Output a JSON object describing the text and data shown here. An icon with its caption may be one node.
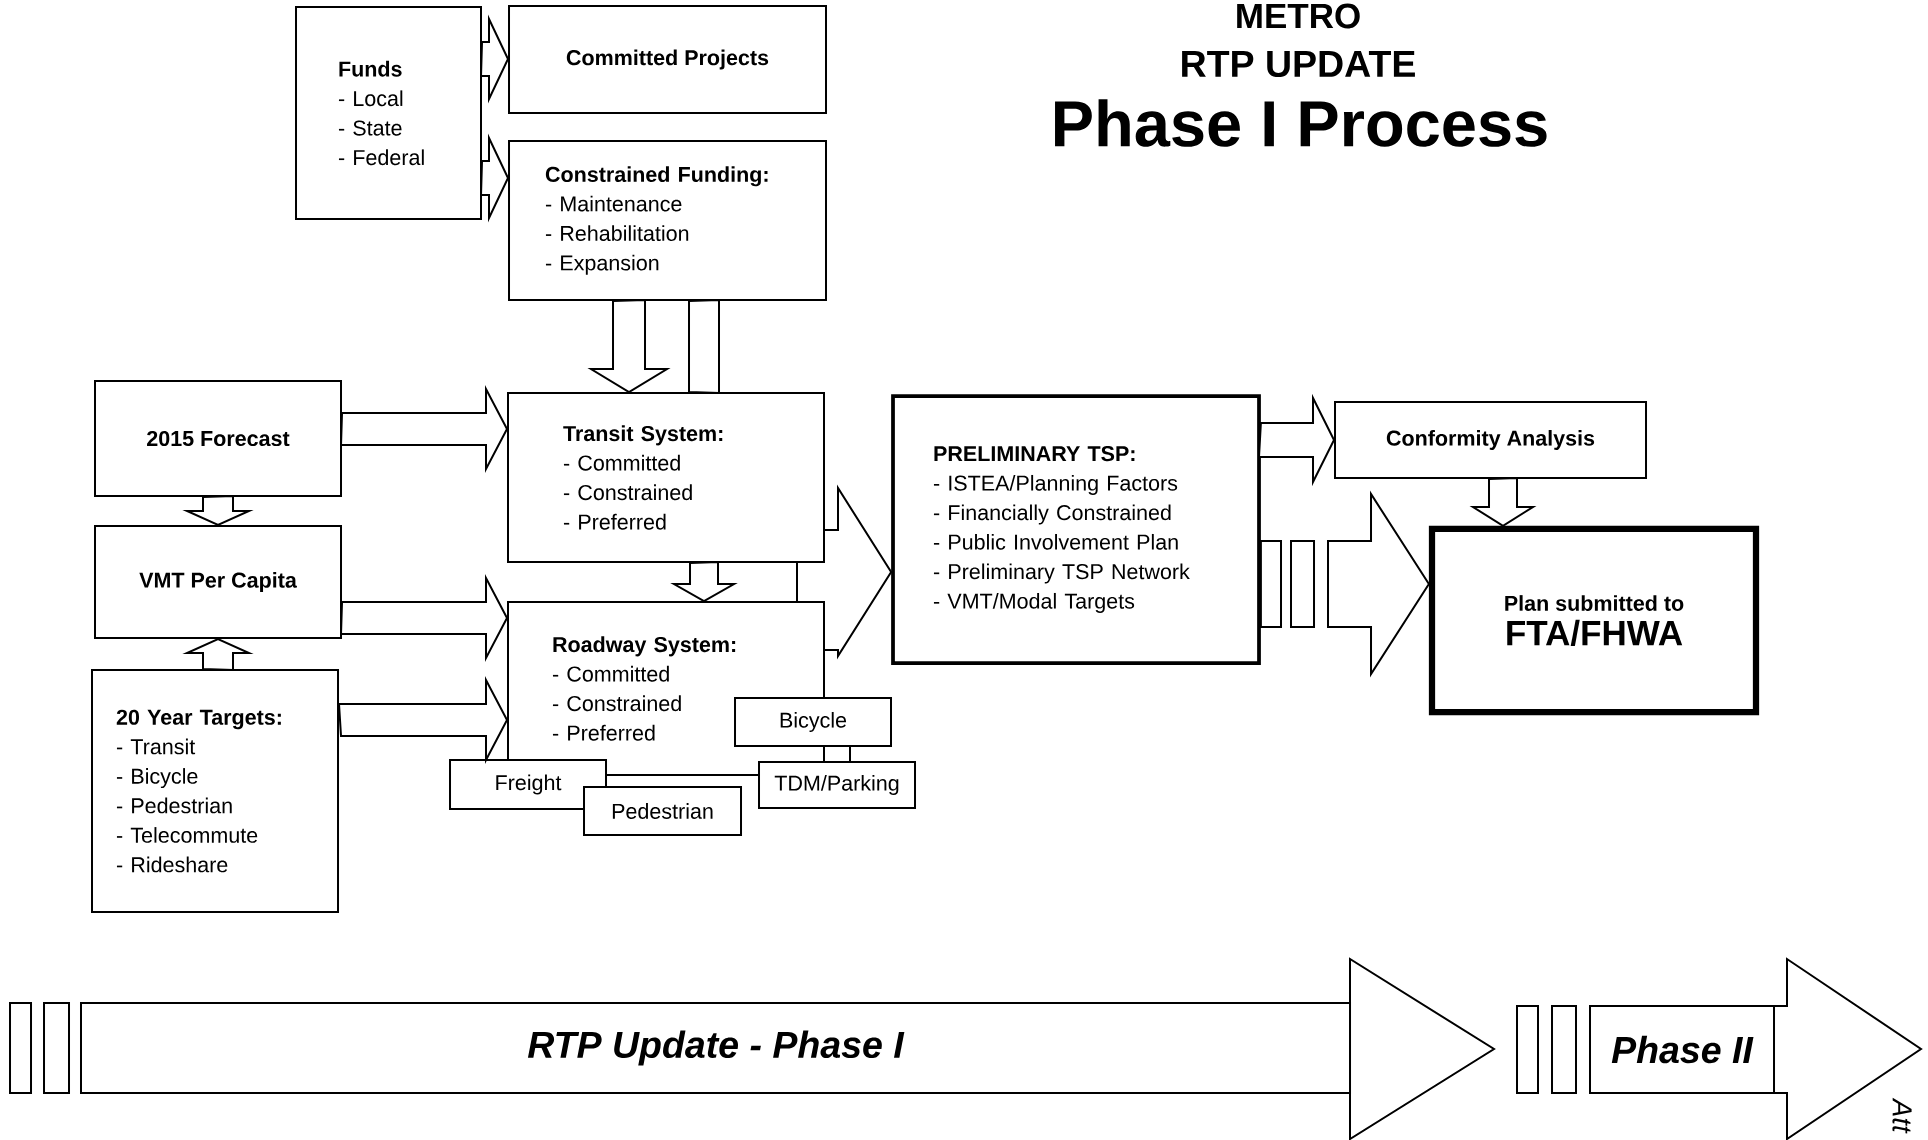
{
  "diagram": {
    "title": "Phase I Process",
    "nodes": [
      {
        "text": [
          "Funds",
          "- Local",
          "- State",
          "- Federal"
        ]
      },
      {
        "text": [
          "Committed Projects"
        ]
      },
      {
        "text": [
          "Constrained Funding:",
          "- Maintenance",
          "- Rehabilitation",
          "- Expansion"
        ]
      },
      {
        "text": [
          "2015 Forecast"
        ]
      },
      {
        "text": [
          "Transit System:",
          "- Committed",
          "- Constrained",
          "- Preferred"
        ]
      },
      {
        "text": [
          "PRELIMINARY TSP:",
          "- ISTEA/Planning Factors",
          "- Financially Constrained",
          "- Public Involvement Plan",
          "- Preliminary TSP Network",
          "- VMT/Modal Targets"
        ]
      },
      {
        "text": [
          "Conformity Analysis"
        ]
      },
      {
        "text": [
          "VMT Per Capita"
        ]
      },
      {
        "text": [
          "Roadway System:",
          "- Committed",
          "- Constrained",
          "- Preferred"
        ]
      },
      {
        "text": [
          "Plan submitted to",
          "FTA/FHWA"
        ]
      },
      {
        "text": [
          "20 Year Targets:",
          "- Transit",
          "- Bicycle",
          "- Pedestrian",
          "- Telecommute",
          "- Rideshare"
        ]
      },
      {
        "text": [
          "Bicycle"
        ]
      },
      {
        "text": [
          "Freight"
        ]
      },
      {
        "text": [
          "TDM/Parking"
        ]
      },
      {
        "text": [
          "Pedestrian"
        ]
      },
      {
        "text": [
          "RTP Update - Phase I"
        ]
      },
      {
        "text": [
          "Phase II"
        ]
      }
    ],
    "edges": [
      {
        "from": 0,
        "to": 1,
        "arrow": "to"
      },
      {
        "from": 0,
        "to": 2,
        "arrow": "to"
      },
      {
        "from": 2,
        "to": 4,
        "arrow": "to"
      },
      {
        "from": 3,
        "to": 4,
        "arrow": "to"
      },
      {
        "from": 3,
        "to": 7,
        "arrow": "to"
      },
      {
        "from": 10,
        "to": 7,
        "arrow": "to"
      },
      {
        "from": 7,
        "to": 8,
        "arrow": "to"
      },
      {
        "from": 10,
        "to": 8,
        "arrow": "to"
      },
      {
        "from": 4,
        "to": 8,
        "arrow": "to"
      },
      {
        "from": 4,
        "to": 5,
        "arrow": "to"
      },
      {
        "from": 8,
        "to": 5,
        "arrow": "to"
      },
      {
        "from": 5,
        "to": 6,
        "arrow": "to"
      },
      {
        "from": 6,
        "to": 9,
        "arrow": "to"
      },
      {
        "from": 5,
        "to": 9,
        "arrow": "to"
      },
      {
        "from": 11,
        "to": 13,
        "arrow": "none"
      },
      {
        "from": 2,
        "to": 4,
        "arrow": "none"
      },
      {
        "from": 4,
        "to": 8,
        "arrow": "none"
      }
    ],
    "labels": [
      "METRO",
      "RTP UPDATE",
      "Att"
    ]
  }
}
